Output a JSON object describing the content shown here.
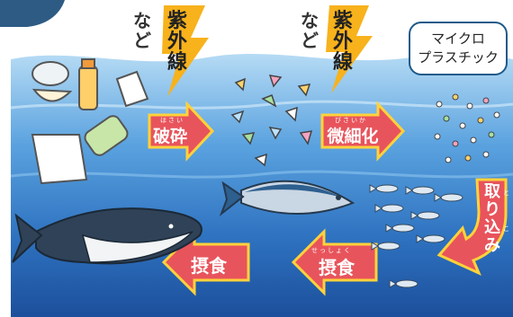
{
  "scene": {
    "nado_1": "など",
    "uv_1": [
      "紫",
      "外",
      "線"
    ],
    "nado_2": "など",
    "uv_2": [
      "紫",
      "外",
      "線"
    ],
    "bubble": [
      "マイクロ",
      "プラスチック"
    ],
    "fragment_label": "破砕",
    "fragment_ruby": "はさい",
    "micro_label": "微細化",
    "micro_ruby": "びさいか",
    "ingest_label": [
      "取",
      "り",
      "込",
      "み"
    ],
    "ingest_ruby": [
      "と",
      "こ"
    ],
    "predation_label": "摂食",
    "predation_ruby": "せっしょく",
    "predation_label_2": "摂食"
  },
  "colors": {
    "sky": "#ffffff",
    "sea_top": "#9fd0f0",
    "sea_deep": "#1f5da6",
    "arrow_fill": "#e8545c",
    "arrow_outline": "#ffd23a",
    "bolt": "#f7b21c"
  },
  "icons": [
    "plastic-waste-icon",
    "lightning-bolt-icon",
    "fragments-icon",
    "microplastic-dots-icon",
    "fish-school-icon",
    "tuna-icon",
    "whale-icon"
  ]
}
